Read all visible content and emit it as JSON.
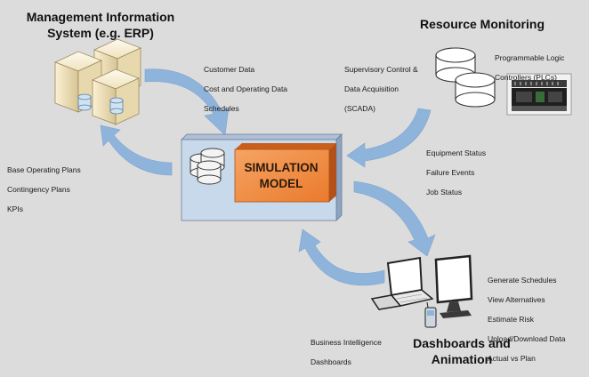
{
  "mis": {
    "title": "Management Information\nSystem (e.g. ERP)",
    "inputs": [
      "Customer Data",
      "Cost and Operating Data",
      "Schedules"
    ],
    "outputs": [
      "Base Operating Plans",
      "Contingency Plans",
      "KPIs"
    ]
  },
  "resource": {
    "title": "Resource Monitoring",
    "scada": [
      "Supervisory Control &",
      "Data Acquisition",
      "(SCADA)"
    ],
    "plc": [
      "Programmable Logic",
      "Controllers (PLCs)"
    ],
    "outputs": [
      "Equipment Status",
      "Failure Events",
      "Job Status"
    ]
  },
  "simulation": {
    "label": "SIMULATION\nMODEL"
  },
  "dashboards": {
    "title": "Dashboards and\nAnimation",
    "features": [
      "Generate Schedules",
      "View Alternatives",
      "Estimate Risk",
      "Upload/Download Data",
      "Actual vs Plan"
    ],
    "bi": [
      "Business Intelligence",
      "Dashboards"
    ]
  },
  "colors": {
    "background": "#dcdcdc",
    "arrow": "#8fb4dc",
    "sim_panel": "#c9d9ec",
    "sim_box": "#f08a3a"
  }
}
